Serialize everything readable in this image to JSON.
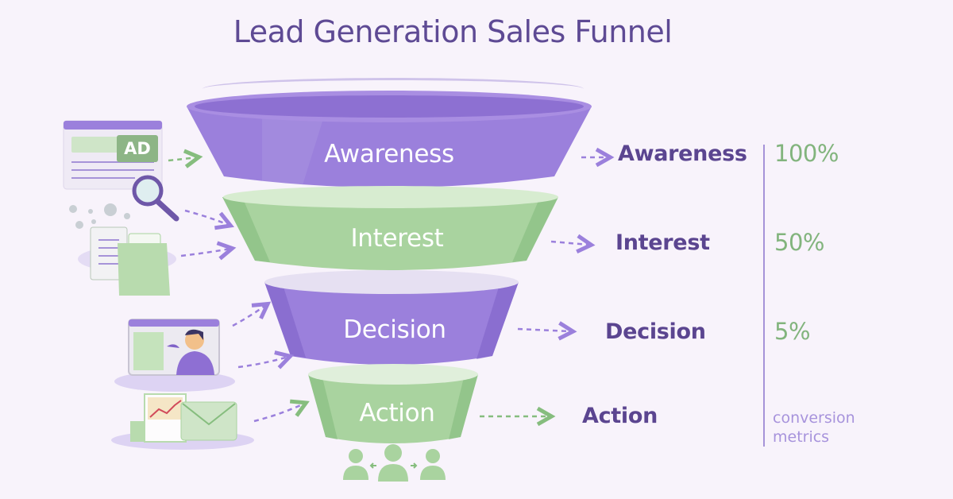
{
  "title": "Lead Generation Sales Funnel",
  "colors": {
    "purple": "#9b80dc",
    "purple_dark": "#7f62c8",
    "green": "#a9d39f",
    "green_dark": "#86bd7e",
    "title_text": "#5e4a94",
    "label_text": "#5b4590",
    "metric_text": "#82b47d",
    "background": "#f8f3fb"
  },
  "funnel": {
    "stages": [
      {
        "label": "Awareness",
        "color": "purple"
      },
      {
        "label": "Interest",
        "color": "green"
      },
      {
        "label": "Decision",
        "color": "purple"
      },
      {
        "label": "Action",
        "color": "green"
      }
    ]
  },
  "right_labels": [
    "Awareness",
    "Interest",
    "Decision",
    "Action"
  ],
  "metrics": {
    "values": [
      "100%",
      "50%",
      "5%"
    ],
    "caption_line1": "conversion",
    "caption_line2": "metrics"
  },
  "sources": {
    "ad_badge": "AD",
    "icons": [
      "browser-ad-icon",
      "magnifier-icon",
      "documents-folder-icon",
      "video-presenter-icon",
      "report-email-icon"
    ]
  },
  "bottom_icon": "users-group-icon"
}
